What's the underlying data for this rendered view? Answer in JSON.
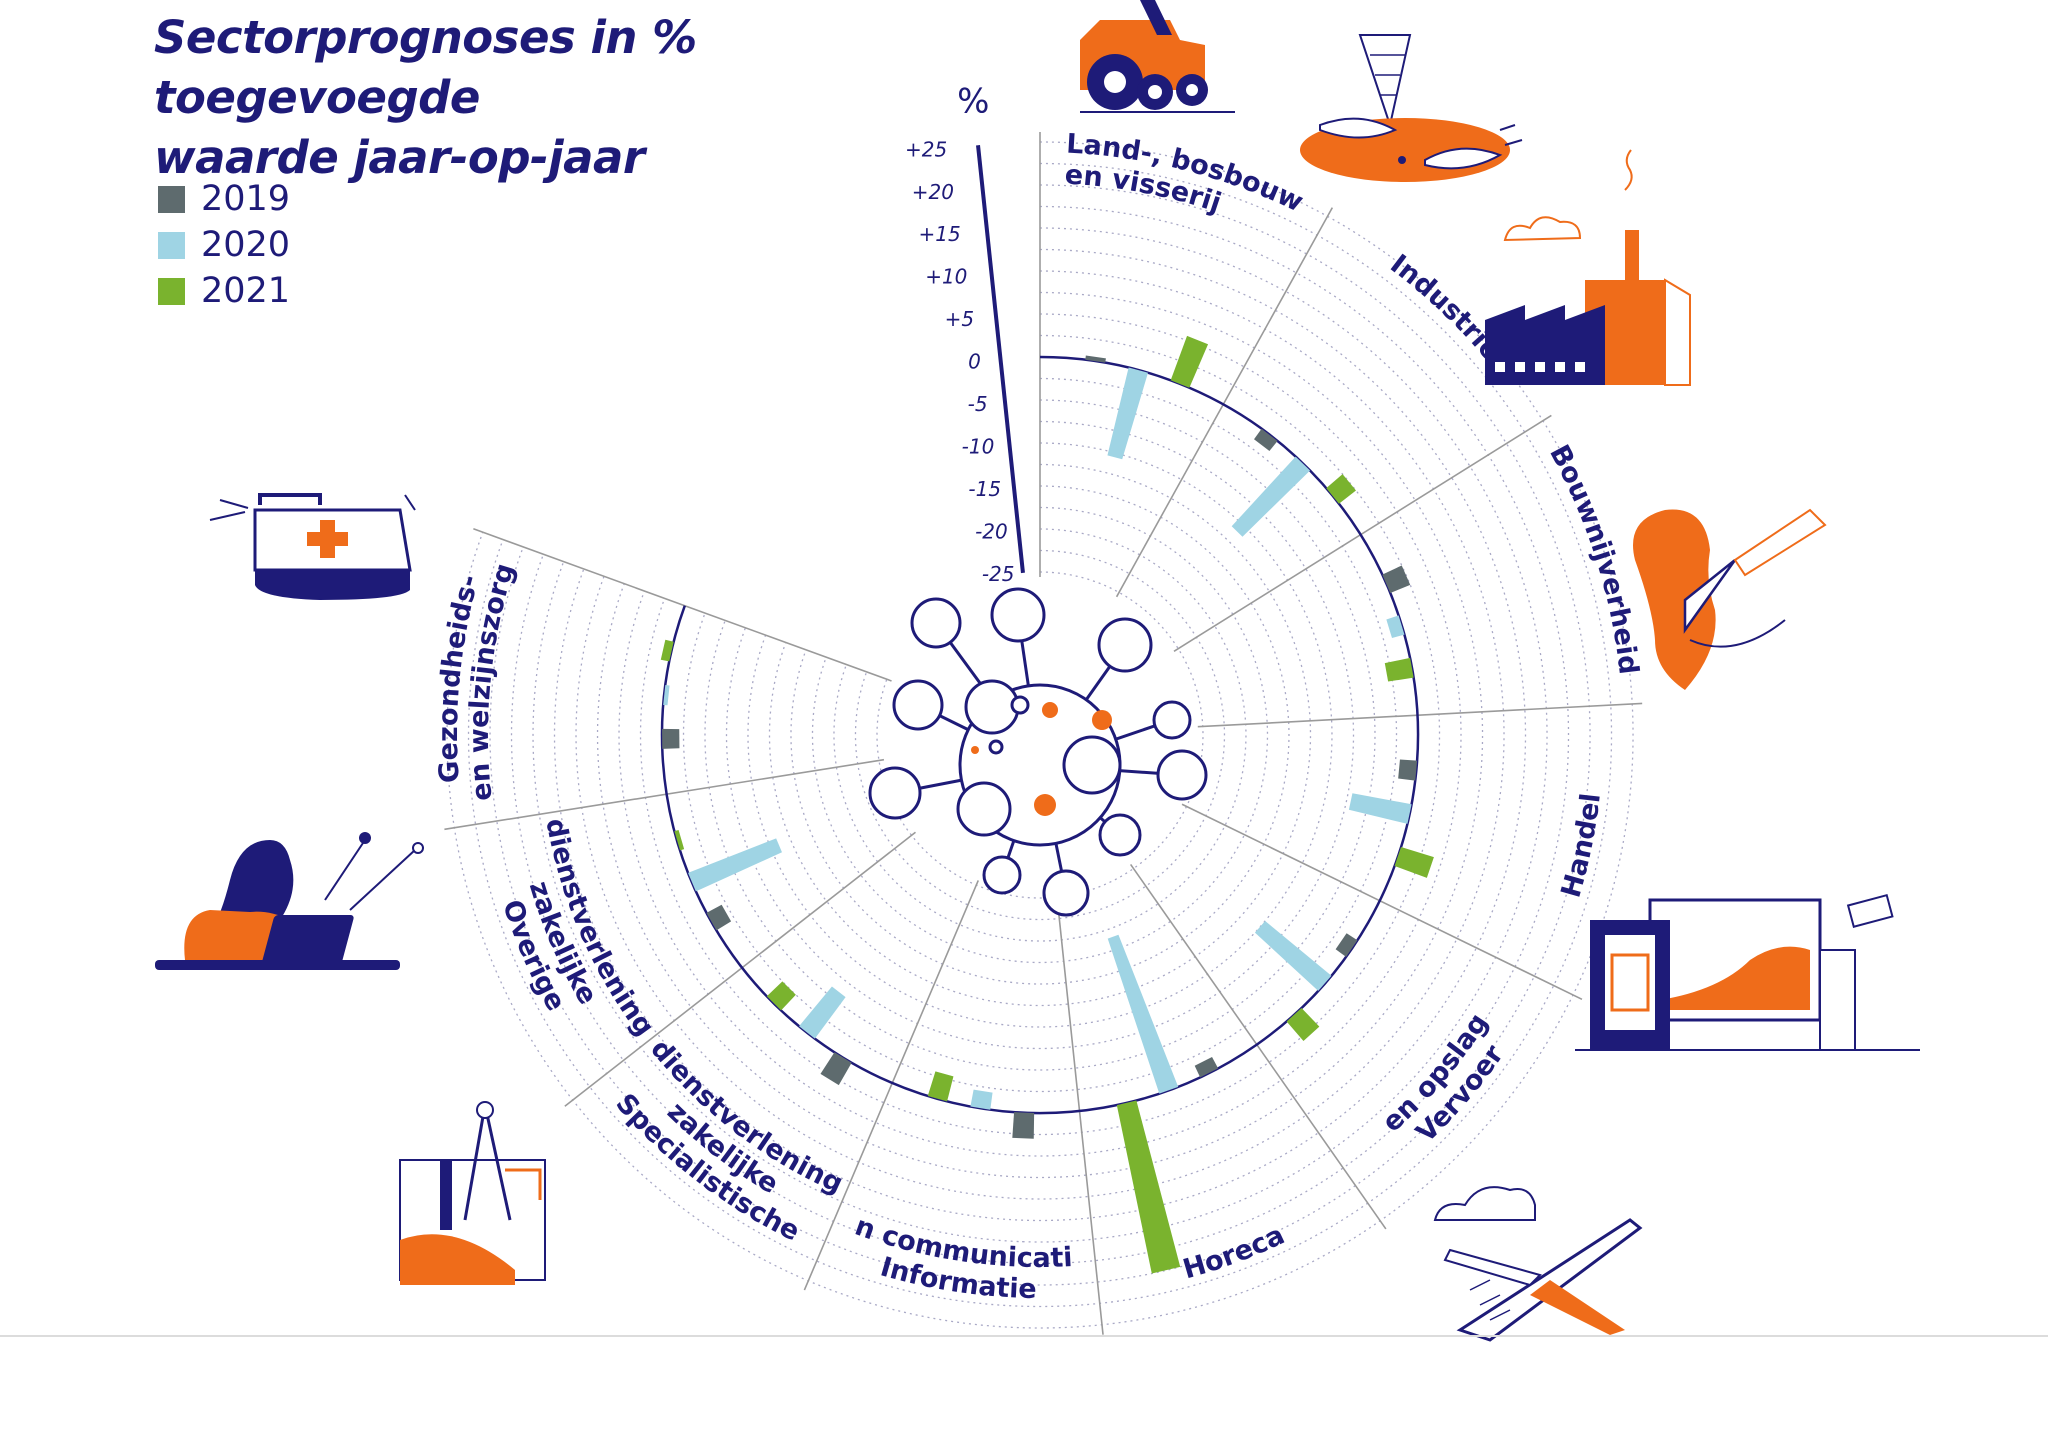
{
  "title_lines": [
    "Sectorprognoses in % toegevoegde",
    "waarde jaar-op-jaar"
  ],
  "colors": {
    "navy": "#1e1b78",
    "orange": "#ef6c1a",
    "2019": "#5e6b6e",
    "2020": "#9fd4e4",
    "2021": "#7ab32e"
  },
  "legend": [
    {
      "label": "2019",
      "color": "#5e6b6e"
    },
    {
      "label": "2020",
      "color": "#9fd4e4"
    },
    {
      "label": "2021",
      "color": "#7ab32e"
    }
  ],
  "icons": [
    "tractor-icon",
    "fishing-net-icon",
    "factory-icon",
    "trowel-icon",
    "computer-devices-icon",
    "airplane-icon",
    "drafting-compass-icon",
    "woman-laptop-icon",
    "first-aid-kit-icon",
    "coronavirus-icon"
  ],
  "chart_data": {
    "type": "radial-bar",
    "title": "Sectorprognoses in % toegevoegde waarde jaar-op-jaar",
    "unit": "%",
    "rlim": [
      -25,
      25
    ],
    "ticks": [
      "+25",
      "+20",
      "+15",
      "+10",
      "+5",
      "0",
      "-5",
      "-10",
      "-15",
      "-20",
      "-25"
    ],
    "series": [
      "2019",
      "2020",
      "2021"
    ],
    "sectors": [
      {
        "lines": [
          "Land-, bosbouw",
          "en visserij"
        ],
        "values": [
          0.5,
          -10.5,
          5.5
        ]
      },
      {
        "lines": [
          "Industrie"
        ],
        "values": [
          -1.5,
          -11.0,
          2.5
        ]
      },
      {
        "lines": [
          "Bouwnijverheid"
        ],
        "values": [
          2.5,
          -1.5,
          -3.0
        ]
      },
      {
        "lines": [
          "Handel"
        ],
        "values": [
          -2.0,
          -7.0,
          4.0
        ]
      },
      {
        "lines": [
          "Vervoer",
          "en opslag"
        ],
        "values": [
          -1.5,
          -10.0,
          3.0
        ]
      },
      {
        "lines": [
          "Horeca"
        ],
        "values": [
          -1.5,
          -19.0,
          20.0
        ]
      },
      {
        "lines": [
          "Informatie",
          "en communicatie"
        ],
        "values": [
          3.0,
          -2.0,
          -3.0
        ]
      },
      {
        "lines": [
          "Specialistische",
          "zakelijke",
          "dienstverlening"
        ],
        "values": [
          3.0,
          -6.0,
          -2.5
        ]
      },
      {
        "lines": [
          "Overige",
          "zakelijke",
          "dienstverlening"
        ],
        "values": [
          -2.0,
          -11.0,
          -0.5
        ]
      },
      {
        "lines": [
          "Gezondheids-",
          "en welzijnszorg"
        ],
        "values": [
          -2.0,
          -0.5,
          1.0
        ]
      }
    ]
  }
}
